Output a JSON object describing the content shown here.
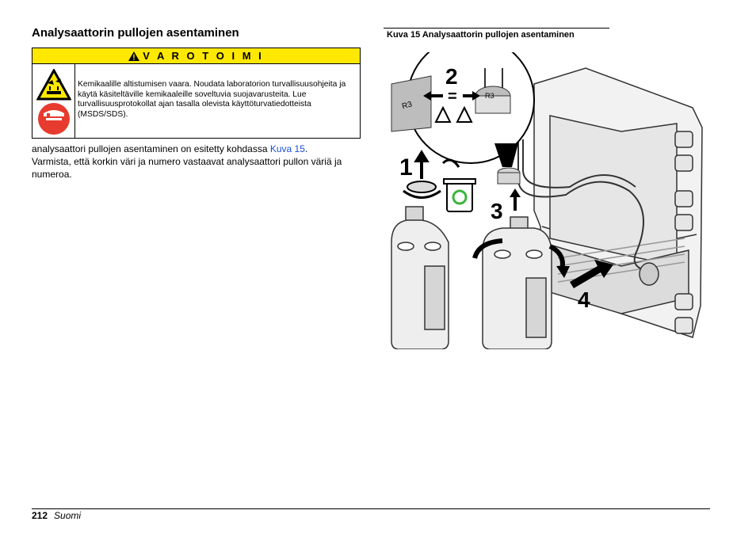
{
  "section": {
    "title": "Analysaattorin pullojen asentaminen"
  },
  "warning": {
    "heading": "V A R O T O I M I",
    "text": "Kemikaalille altistumisen vaara. Noudata laboratorion turvallisuusohjeita ja käytä käsiteltäville kemikaaleille soveltuvia suojavarusteita. Lue turvallisuusprotokollat ajan tasalla olevista käyttöturvatiedotteista (MSDS/SDS)."
  },
  "body": {
    "line1_pre": "analysaattori pullojen asentaminen on esitetty kohdassa ",
    "line1_link": "Kuva 15",
    "line1_post": ".",
    "line2": "Varmista, että korkin väri ja numero vastaavat analysaattori pullon väriä ja numeroa."
  },
  "figure": {
    "caption": "Kuva 15  Analysaattorin pullojen asentaminen",
    "step1": "1",
    "step2": "2",
    "step3": "3",
    "step4": "4",
    "cap_label": "R3",
    "equals": "="
  },
  "footer": {
    "page_number": "212",
    "language": "Suomi"
  },
  "icons": [
    "warning-triangle-icon",
    "corrosive-hazard-icon",
    "face-shield-icon",
    "recycle-bin-icon"
  ],
  "colors": {
    "warning_header": "#ffe800",
    "link": "#1a4fd6",
    "recycle": "#3cb43c"
  }
}
